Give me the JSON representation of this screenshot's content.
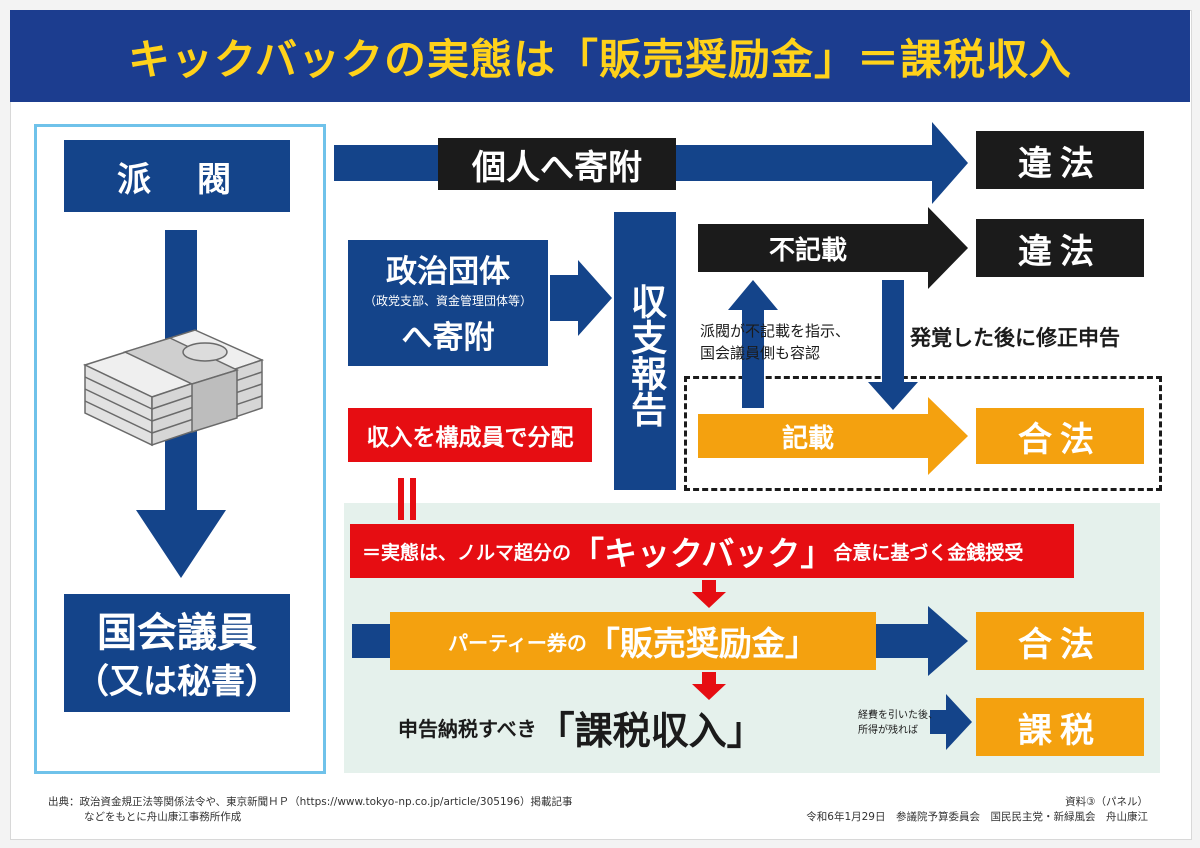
{
  "title": "キックバックの実態は「販売奨励金」＝課税収入",
  "left_column": {
    "faction": "派　閥",
    "member_line1": "国会議員",
    "member_line2": "（又は秘書）"
  },
  "flow": {
    "personal_donation": "個人へ寄附",
    "illegal_1": "違法",
    "political_group_title": "政治団体",
    "political_group_sub": "（政党支部、資金管理団体等）",
    "political_group_donation": "へ寄附",
    "income_report": "収支報告",
    "not_recorded": "不記載",
    "illegal_2": "違法",
    "note_instruction_1": "派閥が不記載を指示、",
    "note_instruction_2": "国会議員側も容認",
    "note_corrected": "発覚した後に修正申告",
    "recorded": "記載",
    "legal_1": "合法",
    "distribution": "収入を構成員で分配",
    "equals": "＝",
    "reality_prefix": "＝実態は、ノルマ超分の",
    "kickback": "「キックバック」",
    "reality_suffix": "合意に基づく金銭授受",
    "party_ticket_prefix": "パーティー券の",
    "sales_incentive": "「販売奨励金」",
    "legal_2": "合法",
    "taxable_prefix": "申告納税すべき",
    "taxable_income": "「課税収入」",
    "expense_note_1": "経費を引いた後、",
    "expense_note_2": "所得が残れば",
    "taxation": "課税"
  },
  "footer": {
    "source_line1": "出典：政治資金規正法等関係法令や、東京新聞ＨＰ（https://www.tokyo-np.co.jp/article/305196）掲載記事",
    "source_line2": "などをもとに舟山康江事務所作成",
    "panel_label": "資料③（パネル）",
    "meeting_info": "令和6年1月29日　参議院予算委員会　国民民主党・新緑風会　舟山康江"
  },
  "colors": {
    "title_bg": "#1c3d8f",
    "title_text": "#ffd21a",
    "navy": "#14448a",
    "black": "#1b1b1b",
    "orange": "#f4a10f",
    "red": "#e60d12",
    "panel": "#e5f1ec",
    "frame": "#6fc2ea"
  },
  "icons": [
    "money-bundle-icon"
  ]
}
